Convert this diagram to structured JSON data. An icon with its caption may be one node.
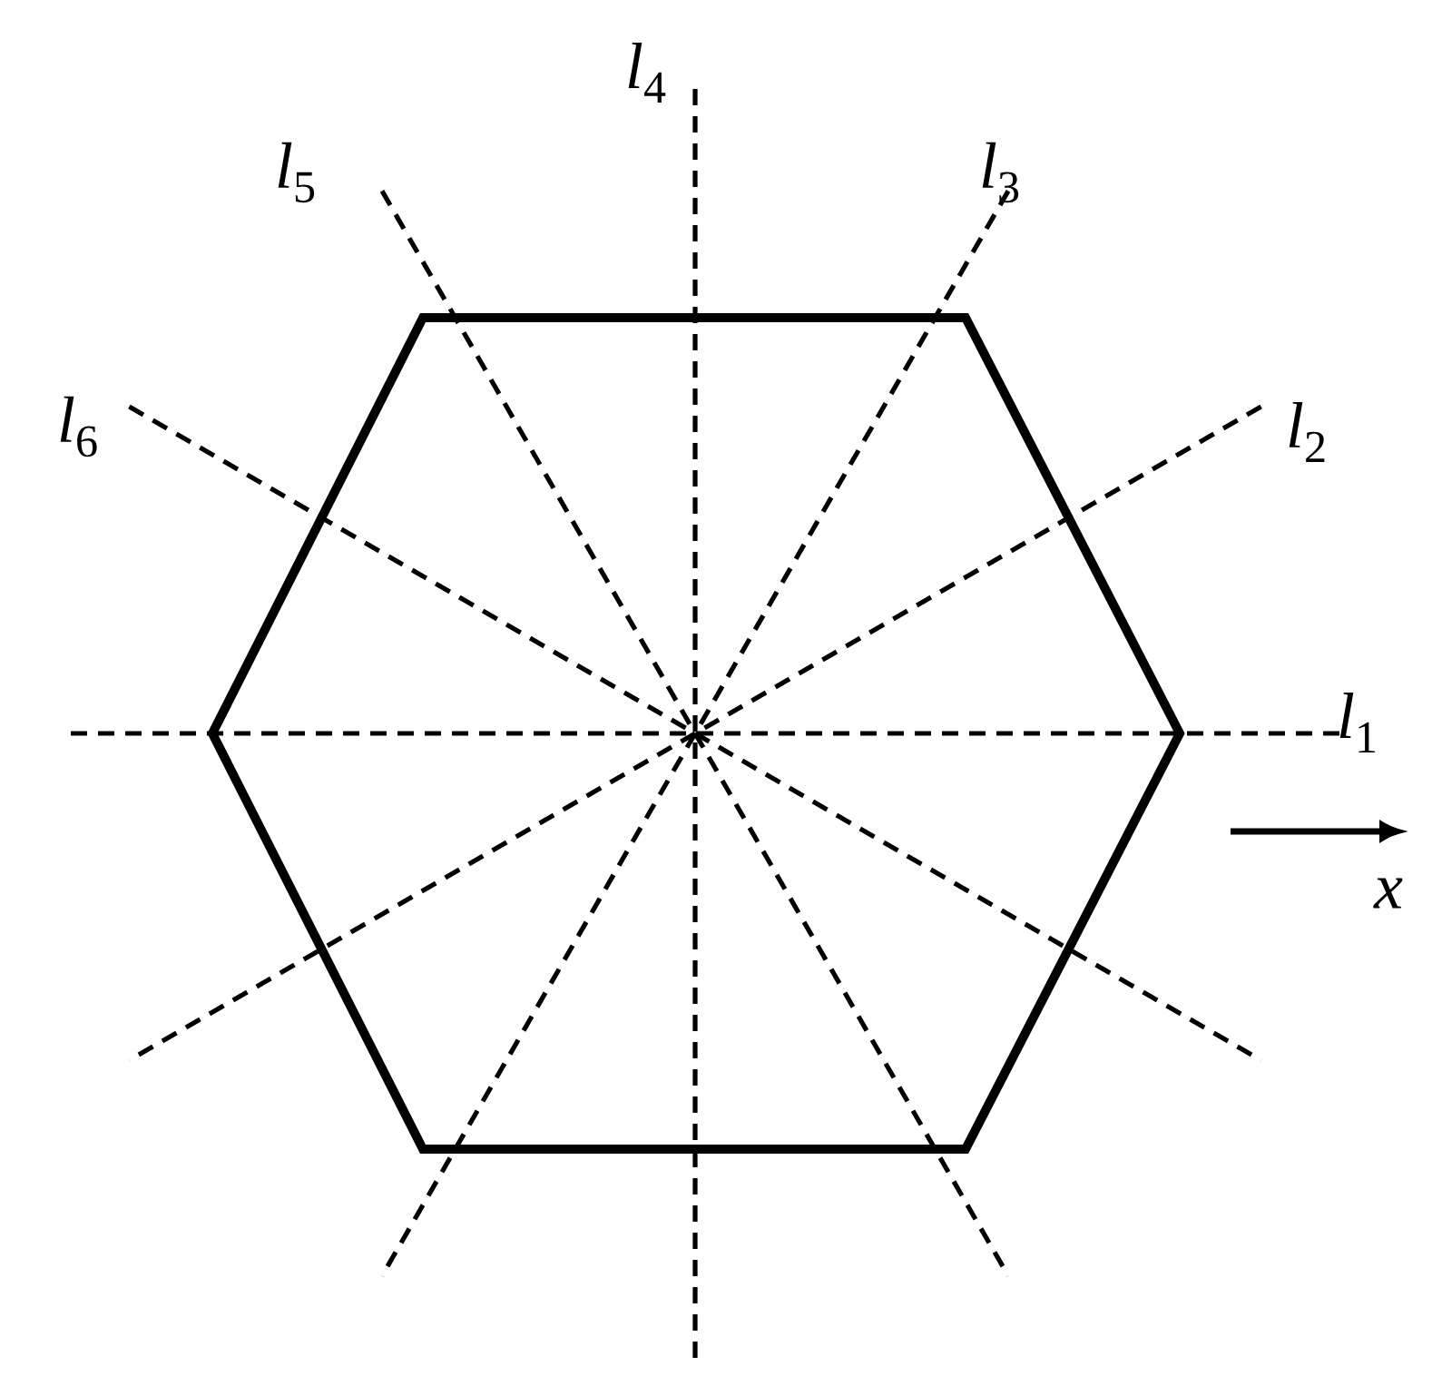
{
  "diagram": {
    "labels": [
      "*l*$_{4}$",
      "*l*$_{5}$",
      "*l*$_{3}$",
      "*l*$_{6}$",
      "*l*$_{2}$",
      "*l*$_{1}$",
      "*x*"
    ]
  }
}
